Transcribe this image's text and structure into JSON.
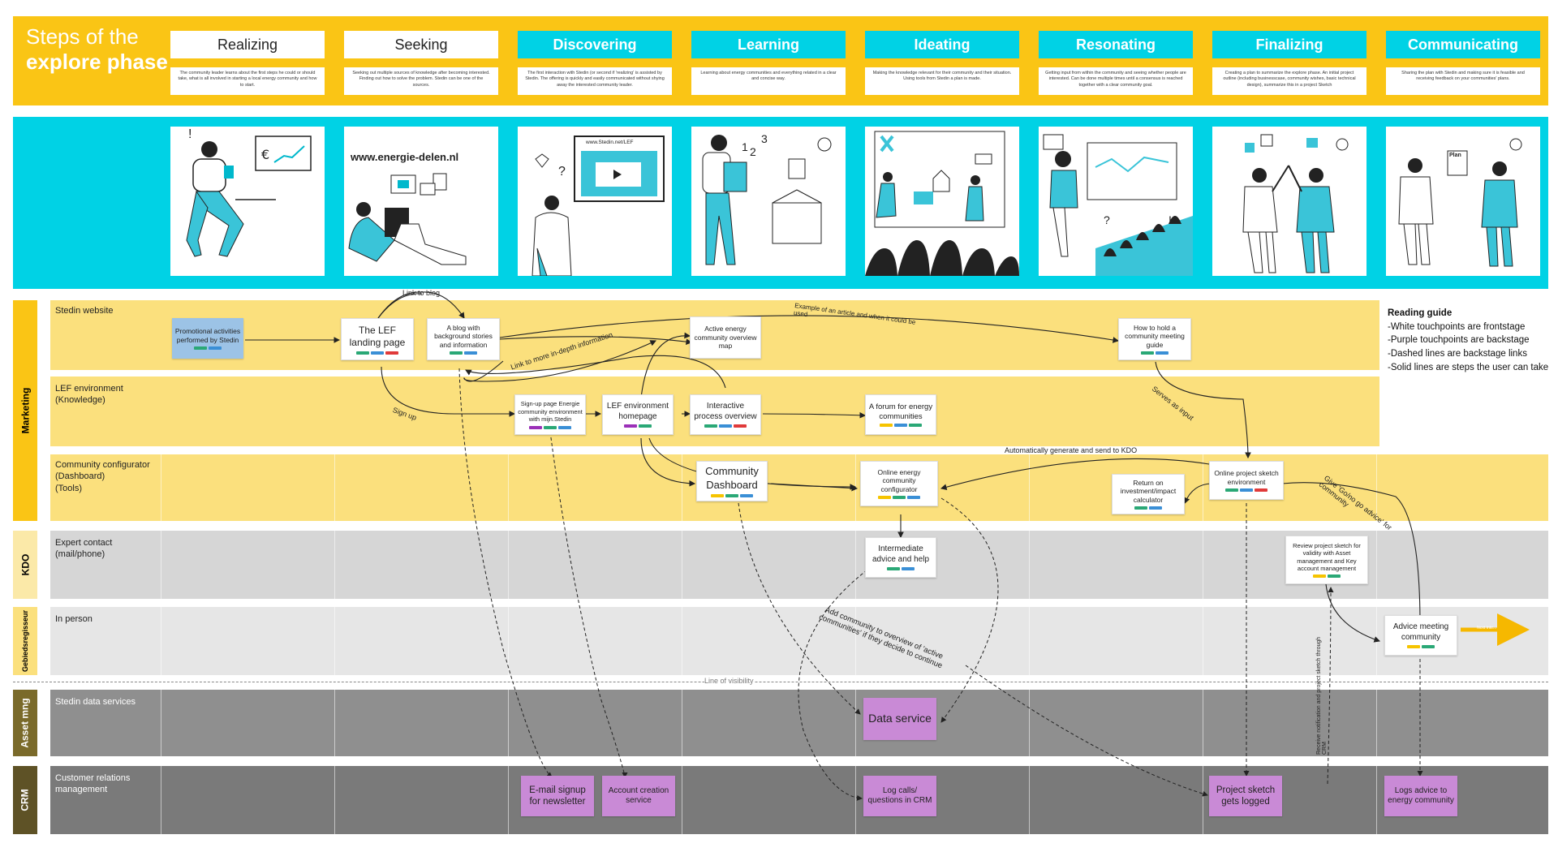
{
  "header": {
    "title_line1": "Steps of the",
    "title_line2": "explore phase"
  },
  "phases": [
    {
      "name": "Realizing",
      "style": "white",
      "desc": "The community leader learns about the first steps he could or should take, what is all involved in starting a local energy community and how to start."
    },
    {
      "name": "Seeking",
      "style": "white",
      "desc": "Seeking out multiple sources of knowledge after becoming interested. Finding out how to solve the problem. Stedin can be one of the sources."
    },
    {
      "name": "Discovering",
      "style": "cyan",
      "desc": "The first interaction with Stedin (or second if 'realizing' is assisted by Stedin. The offering is quickly and easily communicated without shying away the interested community leader."
    },
    {
      "name": "Learning",
      "style": "cyan",
      "desc": "Learning about energy communities and everything related in a clear and concise way."
    },
    {
      "name": "Ideating",
      "style": "cyan",
      "desc": "Making the knowledge relevant for their community and their situation. Using tools from Stedin a plan is made."
    },
    {
      "name": "Resonating",
      "style": "cyan",
      "desc": "Getting input from within the community and seeing whether people are interested. Can be done multiple times until a consensus is reached together with a clear community goal."
    },
    {
      "name": "Finalizing",
      "style": "cyan",
      "desc": "Creating a plan to summarize the explore phase. An initial project outline (including businesscase, community wishes, basic technical design), summarize this in a project Sketch"
    },
    {
      "name": "Communicating",
      "style": "cyan",
      "desc": "Sharing the plan with Stedin and making sure it is feasible and receiving feedback on your communities' plans."
    }
  ],
  "illustration_text": {
    "seeking_url": "www.energie-delen.nl",
    "discovering_url": "www.Stedin.net/LEF",
    "communicating_doc": "Plan"
  },
  "side_tabs": {
    "marketing": "Marketing",
    "kdo": "KDO",
    "gebiedsregisseur": "Gebiedsregisseur",
    "asset": "Asset mng",
    "crm": "CRM"
  },
  "lanes": {
    "stedin_website": "Stedin website",
    "lef_environment": "LEF environment\n(Knowledge)",
    "community_configurator": "Community configurator\n(Dashboard)\n(Tools)",
    "expert_contact": "Expert contact\n(mail/phone)",
    "in_person": "In person",
    "stedin_data": "Stedin data services",
    "crm": "Customer relations\nmanagement"
  },
  "cards": {
    "promotional": "Promotional activities performed by Stedin",
    "lef_landing": "The LEF landing page",
    "blog": "A blog with background stories and information",
    "active_map": "Active energy community overview map",
    "meeting_guide": "How to hold a community meeting guide",
    "signup": "Sign-up page Energie community environment with mijn.Stedin",
    "lef_home": "LEF environment homepage",
    "interactive": "Interactive process overview",
    "forum": "A forum for energy communities",
    "dashboard": "Community Dashboard",
    "configurator": "Online energy community configurator",
    "roi": "Return on investment/impact calculator",
    "sketch_env": "Online project sketch environment",
    "intermediate": "Intermediate advice and help",
    "review": "Review project sketch for validity with Asset management and Key account management",
    "advice_meeting": "Advice meeting community",
    "data_service": "Data service",
    "email_signup": "E-mail signup for newsletter",
    "account": "Account creation service",
    "log_calls": "Log calls/ questions in CRM",
    "project_logged": "Project sketch gets logged",
    "logs_advice": "Logs advice to energy community"
  },
  "connectors": {
    "link_to_blog": "Link to blog",
    "example_article": "Example of an article and when it could be used",
    "link_indepth": "Link to more in-depth information",
    "sign_up": "Sign up",
    "serves_input": "Serves as input",
    "auto_generate": "Automatically generate and send to KDO",
    "give_advice": "Give 'Go/no go advice' for community",
    "add_community": "Add community to overview of 'active communities' if they decide to continue",
    "line_visibility": "Line of visibility",
    "receive_notification": "Receive notification and project sketch through CRM",
    "next_phase": "Next Inte..."
  },
  "guide": {
    "title": "Reading guide",
    "lines": [
      "-White touchpoints are frontstage",
      "-Purple touchpoints are backstage",
      "-Dashed lines are backstage links",
      "-Solid lines are steps the user can take"
    ]
  },
  "colors": {
    "yellow": "#fac515",
    "cyan": "#00d2e5",
    "lane_yellow": "#fbe07d",
    "purple": "#c98ad6",
    "blue_card": "#9cc3e6"
  }
}
